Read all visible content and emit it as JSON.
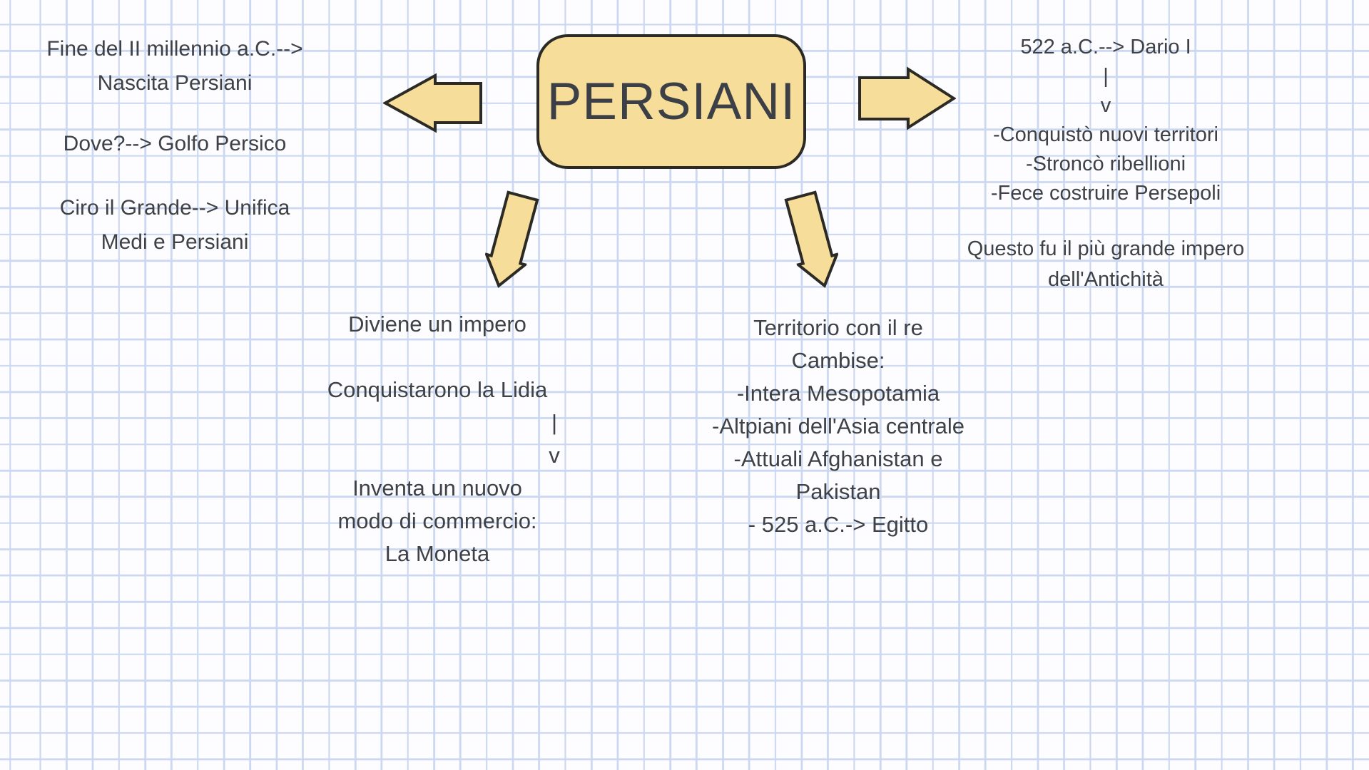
{
  "title": "PERSIANI",
  "colors": {
    "page_bg": "#fdfdff",
    "grid_line": "#ccd8f1",
    "node_fill": "#f6dd99",
    "node_border": "#2c2a24",
    "text_color": "#3e4145"
  },
  "center_node": {
    "label": "PERSIANI"
  },
  "icons": [
    "left-arrow-icon",
    "right-arrow-icon",
    "down-left-arrow-icon",
    "down-right-arrow-icon"
  ],
  "left_column": {
    "p1": [
      "Fine del II millennio a.C.-->",
      "Nascita Persiani"
    ],
    "p2": [
      "Dove?--> Golfo Persico"
    ],
    "p3": [
      "Ciro il Grande--> Unifica",
      "Medi e Persiani"
    ]
  },
  "right_column": {
    "lines": [
      "522 a.C.--> Dario I",
      "|",
      "v",
      "-Conquistò nuovi territori",
      "-Stroncò ribellioni",
      "-Fece costruire Persepoli"
    ],
    "note": [
      "Questo fu il più grande impero",
      "dell'Antichità"
    ]
  },
  "bottom_left": {
    "p1": [
      "Diviene un impero"
    ],
    "p2": [
      "Conquistarono la Lidia"
    ],
    "connector": [
      "|",
      "v"
    ],
    "p3": [
      "Inventa un nuovo",
      "modo di commercio:",
      "La Moneta"
    ]
  },
  "bottom_right": {
    "lines": [
      "Territorio con il re",
      "Cambise:",
      "-Intera Mesopotamia",
      "-Altpiani dell'Asia centrale",
      "-Attuali Afghanistan e",
      "Pakistan",
      "- 525 a.C.-> Egitto"
    ]
  }
}
